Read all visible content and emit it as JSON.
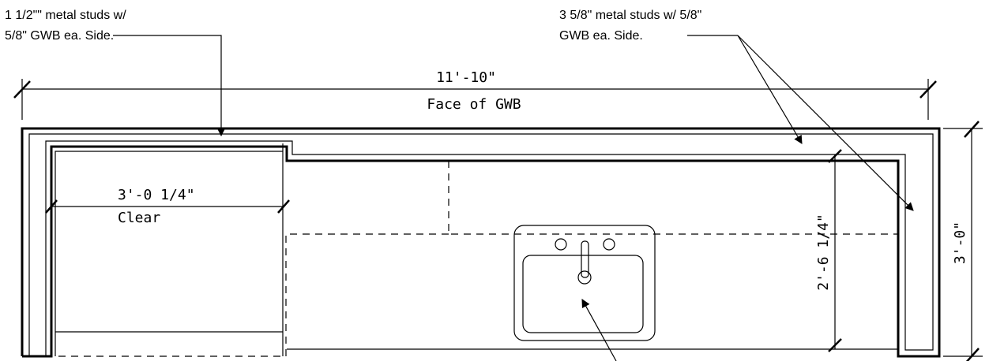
{
  "notes": {
    "left_studs_line1": "1 1/2\"\" metal studs w/",
    "left_studs_line2": "5/8\" GWB ea. Side.",
    "right_studs_line1": "3 5/8\" metal studs w/ 5/8\"",
    "right_studs_line2": "GWB ea. Side."
  },
  "dimensions": {
    "overall_value": "11'-10\"",
    "overall_label": "Face of GWB",
    "clear_value": "3'-0 1/4\"",
    "clear_label": "Clear",
    "counter_depth": "2'-6 1/4\"",
    "total_depth": "3'-0\""
  },
  "colors": {
    "line": "#000000",
    "background": "#ffffff"
  }
}
